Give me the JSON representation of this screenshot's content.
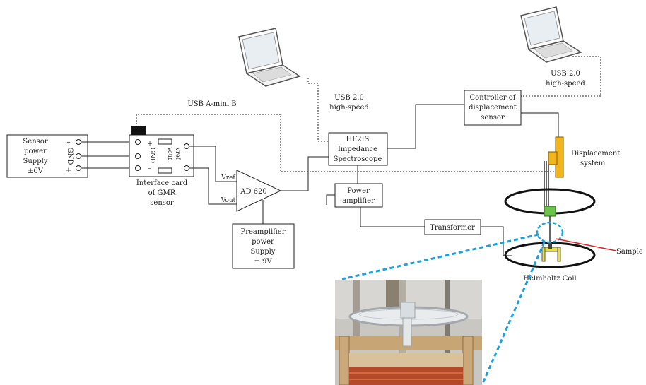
{
  "colors": {
    "line": "#222222",
    "displacement_system": "#f2b51c",
    "probe": "#6cc24a",
    "sample_holder": "#e8e04a",
    "sample_arrow": "#e02020",
    "zoom_lines": "#1aa0e0"
  },
  "icons": [
    "laptop-icon",
    "laptop-icon"
  ],
  "sensor_supply": {
    "line1": "Sensor",
    "line2": "power",
    "line3": "Supply",
    "line4": "±6V",
    "pins": "GND",
    "minus": "–",
    "plus": "+"
  },
  "interface_card": {
    "label1": "Interface card",
    "label2": "of GMR",
    "label3": "sensor",
    "pin_plus": "+",
    "pin_gnd": "GND",
    "pin_minus": "–",
    "vref": "Vref",
    "vout": "Vout"
  },
  "usb_mini": "USB A-mini B",
  "usb_hs_left": {
    "line1": "USB 2.0",
    "line2": "high-speed"
  },
  "usb_hs_right": {
    "line1": "USB 2.0",
    "line2": "high-speed"
  },
  "amplifier": {
    "label": "AD 620",
    "vref": "Vref",
    "vout": "Vout"
  },
  "preamp_supply": {
    "line1": "Preamplifier",
    "line2": "power",
    "line3": "Supply",
    "line4": "± 9V"
  },
  "hf2is": {
    "line1": "HF2IS",
    "line2": "Impedance",
    "line3": "Spectroscope"
  },
  "power_amp": {
    "line1": "Power",
    "line2": "amplifier"
  },
  "transformer": "Transformer",
  "controller": {
    "line1": "Controller of",
    "line2": "displacement",
    "line3": "sensor"
  },
  "displacement": {
    "line1": "Displacement",
    "line2": "system"
  },
  "sample": "Sample",
  "coil": "Helmholtz Coil"
}
